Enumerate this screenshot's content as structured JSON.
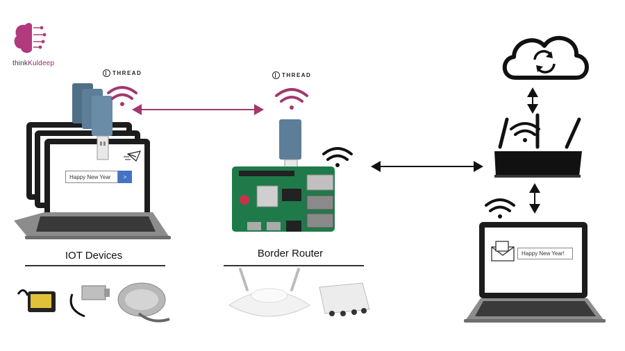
{
  "logo": {
    "brand_prefix": "think",
    "brand_suffix": "Kuldeep"
  },
  "thread_label_left": "THREAD",
  "thread_label_center": "THREAD",
  "captions": {
    "iot": "IOT Devices",
    "border": "Border Router"
  },
  "left_message": {
    "text": "Happy New Year",
    "button": ">"
  },
  "right_message": {
    "text": "Happy New Year!"
  },
  "colors": {
    "thread_accent": "#a3376f",
    "arrow_dark": "#111111",
    "send_button": "#4472c4"
  }
}
